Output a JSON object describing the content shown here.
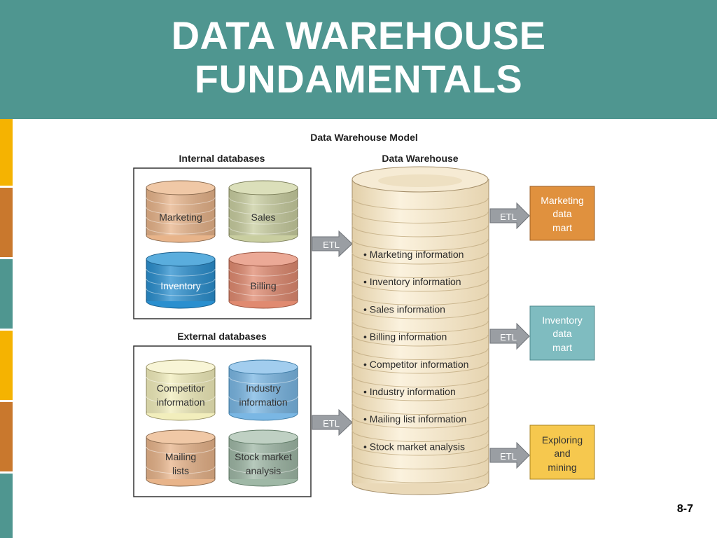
{
  "slide": {
    "title_line1": "DATA WAREHOUSE",
    "title_line2": "FUNDAMENTALS",
    "page_number": "8-7"
  },
  "colors": {
    "header": "#4f9690",
    "side_bars": [
      "#f5b301",
      "#c9782d",
      "#4f9690",
      "#f5b301",
      "#c9782d",
      "#4f9690"
    ]
  },
  "diagram": {
    "title": "Data Warehouse Model",
    "internal": {
      "label": "Internal databases",
      "databases": [
        {
          "label": "Marketing",
          "color": "#e8b48a"
        },
        {
          "label": "Sales",
          "color": "#c9cea0"
        },
        {
          "label": "Inventory",
          "color": "#2a8fcf"
        },
        {
          "label": "Billing",
          "color": "#e08a70"
        }
      ]
    },
    "external": {
      "label": "External databases",
      "databases": [
        {
          "line1": "Competitor",
          "line2": "information",
          "color": "#f2eebc"
        },
        {
          "line1": "Industry",
          "line2": "information",
          "color": "#7ab7e4"
        },
        {
          "line1": "Mailing",
          "line2": "lists",
          "color": "#e8b48a"
        },
        {
          "line1": "Stock market",
          "line2": "analysis",
          "color": "#9fb8a6"
        }
      ]
    },
    "etl_label": "ETL",
    "warehouse": {
      "label": "Data Warehouse",
      "items": [
        "• Marketing information",
        "• Inventory information",
        "• Sales information",
        "• Billing information",
        "• Competitor information",
        "• Industry information",
        "• Mailing list information",
        "• Stock market analysis"
      ]
    },
    "marts": [
      {
        "lines": [
          "Marketing",
          "data",
          "mart"
        ],
        "color": "#e0913e"
      },
      {
        "lines": [
          "Inventory",
          "data",
          "mart"
        ],
        "color": "#7fbcc0"
      },
      {
        "lines": [
          "Exploring",
          "and",
          "mining"
        ],
        "color": "#f6c84e"
      }
    ]
  }
}
